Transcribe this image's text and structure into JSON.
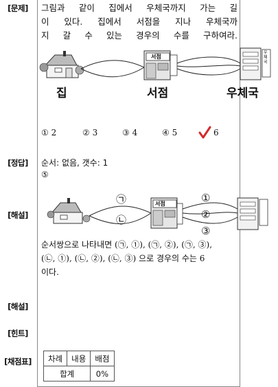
{
  "labels": {
    "question": "[문제]",
    "answer": "[정답]",
    "explanation1": "[해설]",
    "explanation2": "[해설]",
    "hint": "[힌트]",
    "scoring": "[채점표]"
  },
  "question": {
    "line1": "그림과 같이 집에서 우체국까지 가는 길",
    "line2": "이 있다. 집에서 서점을 지나 우체국까",
    "line3": "지 갈 수 있는 경우의 수를 구하여라."
  },
  "figure1": {
    "home": "집",
    "bookstore": "서점",
    "postoffice": "우체국",
    "bookstore_sign": "서점",
    "post_sign": "우체국"
  },
  "choices": [
    "① 2",
    "② 3",
    "③ 4",
    "④ 5",
    "6"
  ],
  "answer": {
    "line1": "순서: 없음,  갯수: 1",
    "line2": "⑤"
  },
  "figure2": {
    "path_a": "㉠",
    "path_b": "㉡",
    "path_1": "①",
    "path_2": "②",
    "path_3": "③",
    "bookstore_sign": "서점"
  },
  "explanation": {
    "line1": "순서쌍으로 나타내면 (㉠, ①), (㉠, ②), (㉠, ③),",
    "line2": "(㉡, ①), (㉡, ②), (㉡, ③) 으로 경우의 수는 6",
    "line3": "이다."
  },
  "scoring_table": {
    "headers": [
      "차례",
      "내용",
      "배점"
    ],
    "total_label": "합계",
    "total_value": "0%"
  },
  "colors": {
    "check": "#d42a2a",
    "border": "#888888"
  }
}
